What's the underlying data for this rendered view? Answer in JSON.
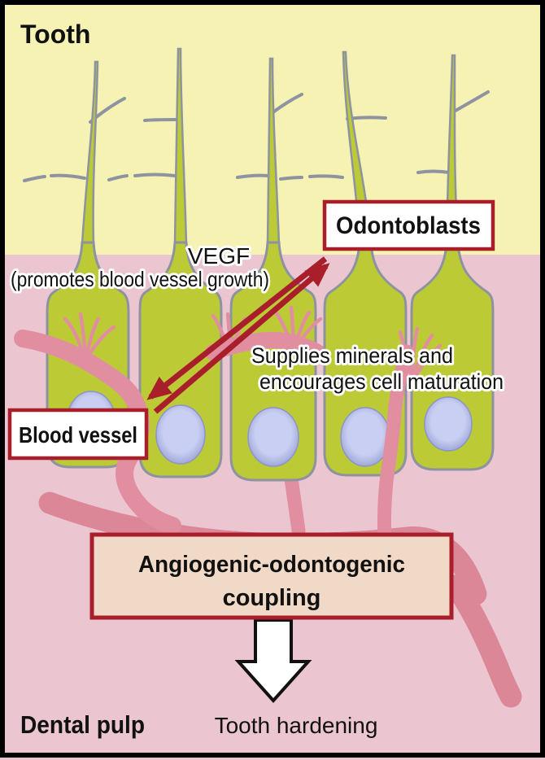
{
  "figure": {
    "region_labels": {
      "tooth": "Tooth",
      "dental_pulp": "Dental pulp"
    },
    "annotations": {
      "vegf_line1": "VEGF",
      "vegf_line2": "(promotes blood vessel growth)",
      "supplies_line1": "Supplies minerals and",
      "supplies_line2": "encourages cell maturation",
      "tooth_hardening": "Tooth hardening"
    },
    "boxes": {
      "odontoblasts": "Odontoblasts",
      "blood_vessel": "Blood vessel",
      "coupling_line1": "Angiogenic-odontogenic",
      "coupling_line2": "coupling"
    }
  },
  "palette": {
    "enamel-yellow": "#f5f2b4",
    "pulp-pink": "#ebc6d1",
    "cell-green": "#bcca35",
    "cell-outline": "#8d93a0",
    "vessel-pink": "#e18fa0",
    "vessel-pink-dark": "#dc8798",
    "nucleus-light": "#c9cff2",
    "nucleus-dark": "#8b94cc",
    "accent-red": "#a81f2b",
    "box-beige": "#f0d9c6",
    "box-white": "#ffffff",
    "ink-black": "#111111",
    "frame-black": "#000000"
  }
}
